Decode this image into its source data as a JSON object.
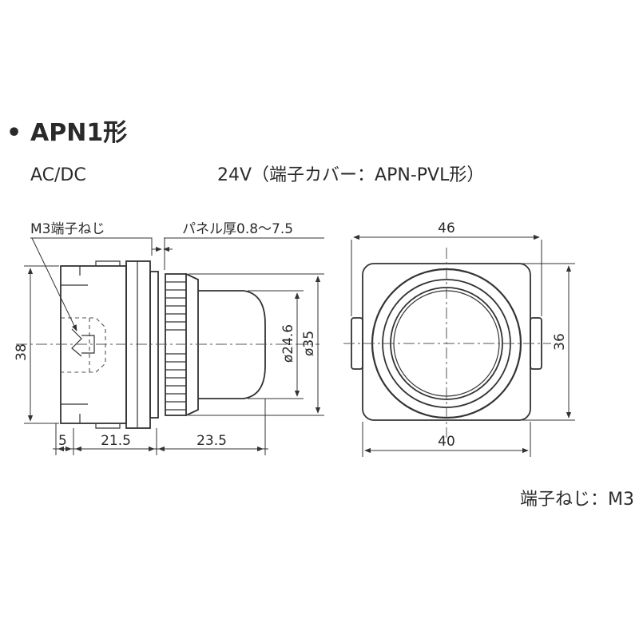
{
  "header": {
    "bullet": "•",
    "model": "APN1形",
    "voltage_type": "AC/DC",
    "voltage_spec": "24V（端子カバー：APN-PVL形）"
  },
  "side_view": {
    "terminal_label": "M3端子ねじ",
    "panel_label": "パネル厚0.8〜7.5",
    "dim_height": "38",
    "dim_terminal": "5",
    "dim_body": "21.5",
    "dim_front": "23.5",
    "dim_lens": "ø24.6",
    "dim_bezel": "ø35"
  },
  "front_view": {
    "dim_width_top": "46",
    "dim_width_bottom": "40",
    "dim_height": "36"
  },
  "footer": {
    "note": "端子ねじ：M3"
  }
}
